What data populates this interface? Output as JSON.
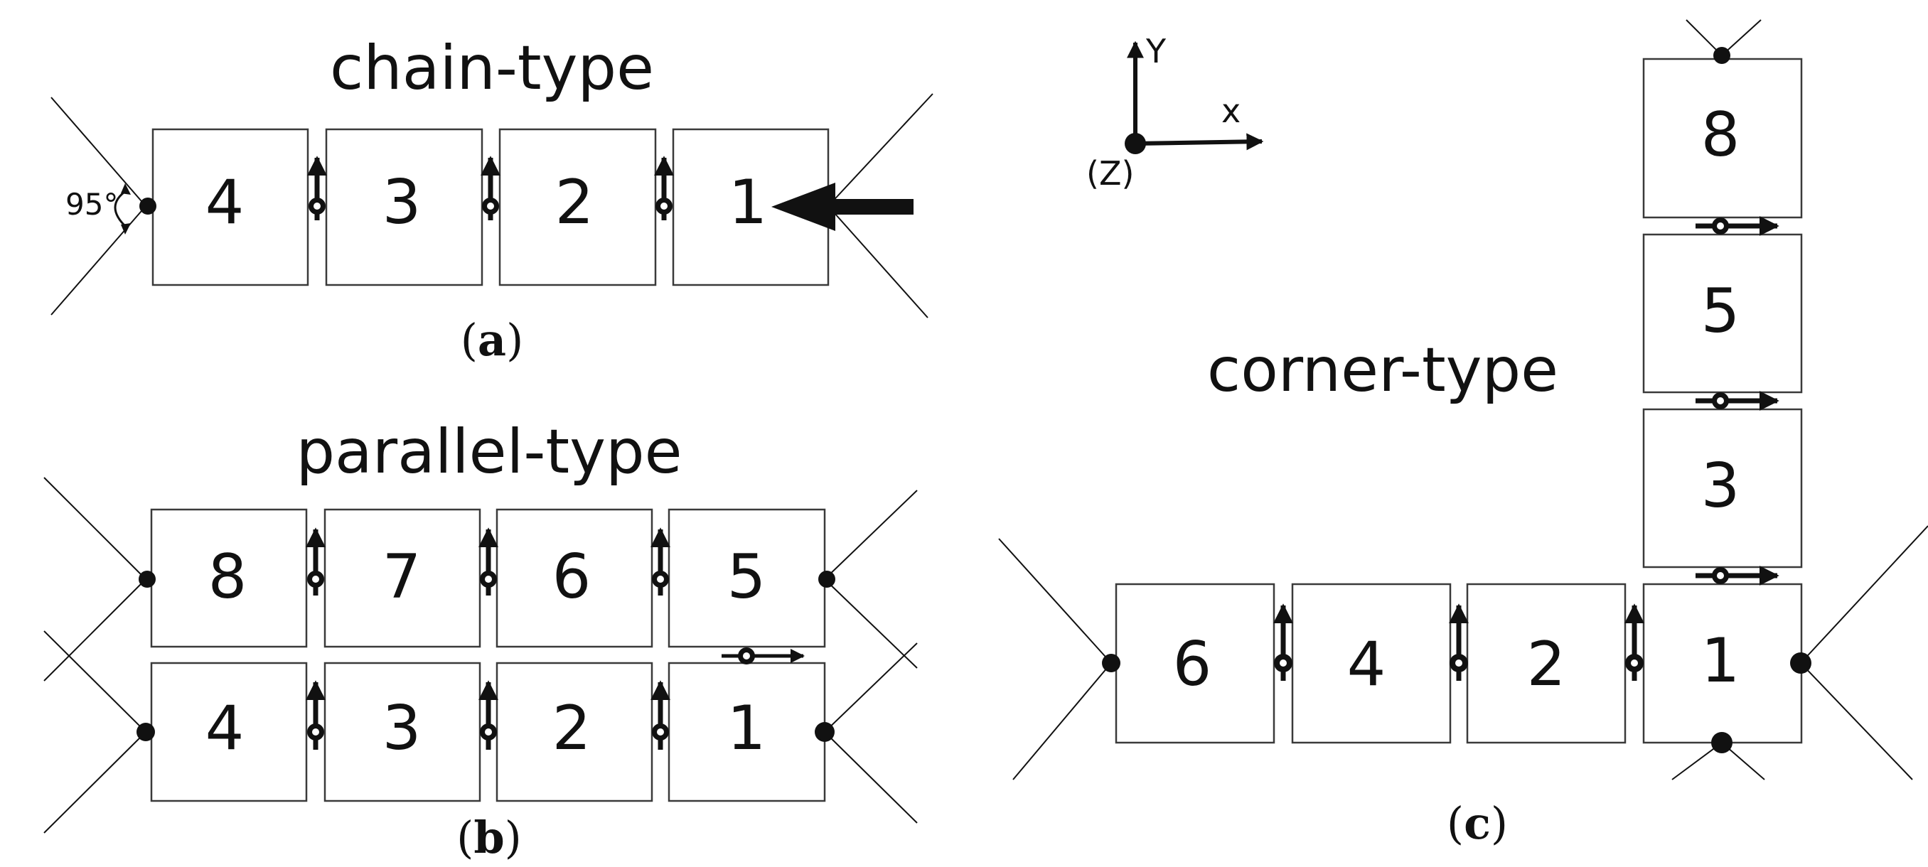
{
  "panel_a": {
    "title": "chain-type",
    "caption_open": "(",
    "caption_letter": "a",
    "caption_close": ")",
    "angle_label": "95°",
    "modules": [
      "4",
      "3",
      "2",
      "1"
    ]
  },
  "panel_b": {
    "title": "parallel-type",
    "caption_open": "(",
    "caption_letter": "b",
    "caption_close": ")",
    "top_modules": [
      "8",
      "7",
      "6",
      "5"
    ],
    "bottom_modules": [
      "4",
      "3",
      "2",
      "1"
    ]
  },
  "panel_c": {
    "title": "corner-type",
    "caption_open": "(",
    "caption_letter": "c",
    "caption_close": ")",
    "row_modules": [
      "6",
      "4",
      "2",
      "1"
    ],
    "column_modules": [
      "8",
      "5",
      "3"
    ]
  },
  "axes": {
    "y_label": "Y",
    "x_label": "x",
    "z_label": "(Z)"
  }
}
